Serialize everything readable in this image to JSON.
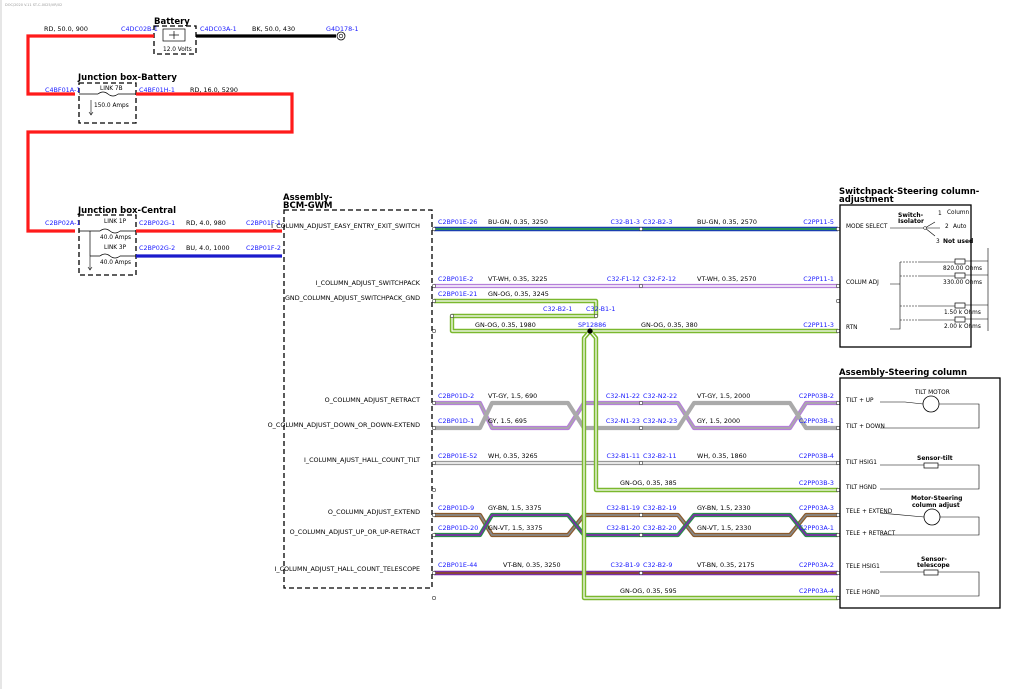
{
  "header_small": "DOC/2020 V.11 ST-C-0025/VR/02",
  "titles": {
    "battery": "Battery",
    "jb_battery": "Junction box-Battery",
    "jb_central": "Junction box-Central",
    "assembly_bcm": "Assembly-BCM-GWM",
    "switchpack": "Switchpack-Steering column-adjustment",
    "steering": "Assembly-Steering column"
  },
  "battery": {
    "voltage": "12.0 Volts",
    "left_conn": "C4DC02B-1",
    "right_conn": "C4DC03A-1",
    "ground": "G4D178-1",
    "wire_left": "RD, 50.0, 900",
    "wire_right": "BK, 50.0, 430"
  },
  "jb_battery": {
    "in": "C4BF01A-1",
    "out": "C4BF01H-1",
    "link": "LINK 7B",
    "amps": "150.0 Amps",
    "wire_out": "RD, 16.0, 5290"
  },
  "jb_central": {
    "in": "C2BP02A-1",
    "link1": "LINK 1P",
    "amps1": "40.0 Amps",
    "out1": "C2BP02G-1",
    "wire1": "RD, 4.0, 980",
    "end1": "C2BP01F-1",
    "link2": "LINK 3P",
    "amps2": "40.0 Amps",
    "out2": "C2BP02G-2",
    "wire2": "BU, 4.0, 1000",
    "end2": "C2BP01F-2"
  },
  "signals": [
    {
      "name": "I_COLUMN_ADJUST_EASY_ENTRY_EXIT_SWITCH",
      "pin": "C2BP01E-26",
      "w1": "BU-GN, 0.35, 3250",
      "mid": "C32-B1-3",
      "mid2": "C32-B2-3",
      "w2": "BU-GN, 0.35, 2570",
      "end": "C2PP11-5"
    },
    {
      "name": "I_COLUMN_ADJUST_SWITCHPACK",
      "pin": "C2BP01E-2",
      "w1": "VT-WH, 0.35, 3225",
      "mid": "C32-F1-12",
      "mid2": "C32-F2-12",
      "w2": "VT-WH, 0.35, 2570",
      "end": "C2PP11-1"
    },
    {
      "name": "GND_COLUMN_ADJUST_SWITCHPACK_GND",
      "pin": "C2BP01E-21",
      "w1": "GN-OG, 0.35, 3245"
    },
    {
      "name": "O_COLUMN_ADJUST_RETRACT",
      "pin": "C2BP01D-2",
      "w1": "VT-GY, 1.5, 690",
      "mid": "C32-N1-22",
      "mid2": "C32-N2-22",
      "w2": "VT-GY, 1.5, 2000",
      "end": "C2PP03B-2"
    },
    {
      "name": "O_COLUMN_ADJUST_DOWN_OR_DOWN-EXTEND",
      "pin": "C2BP01D-1",
      "w1": "GY, 1.5, 695",
      "mid": "C32-N1-23",
      "mid2": "C32-N2-23",
      "w2": "GY, 1.5, 2000",
      "end": "C2PP03B-1"
    },
    {
      "name": "I_COLUMN_AJUST_HALL_COUNT_TILT",
      "pin": "C2BP01E-52",
      "w1": "WH, 0.35, 3265",
      "mid": "C32-B1-11",
      "mid2": "C32-B2-11",
      "w2": "WH, 0.35, 1860",
      "end": "C2PP03B-4"
    },
    {
      "name": "O_COLUMN_ADJUST_EXTEND",
      "pin": "C2BP01D-9",
      "w1": "GY-BN, 1.5, 3375",
      "mid": "C32-B1-19",
      "mid2": "C32-B2-19",
      "w2": "GY-BN, 1.5, 2330",
      "end": "C2PP03A-3"
    },
    {
      "name": "O_COLUMN_ADJUST_UP_OR_UP-RETRACT",
      "pin": "C2BP01D-20",
      "w1": "GN-VT, 1.5, 3375",
      "mid": "C32-B1-20",
      "mid2": "C32-B2-20",
      "w2": "GN-VT, 1.5, 2330",
      "end": "C2PP03A-1"
    },
    {
      "name": "I_COLUMN_ADJUST_HALL_COUNT_TELESCOPE",
      "pin": "C2BP01E-44",
      "w1": "VT-BN, 0.35, 3250",
      "mid": "C32-B1-9",
      "mid2": "C32-B2-9",
      "w2": "VT-BN, 0.35, 2175",
      "end": "C2PP03A-2"
    }
  ],
  "splice": {
    "conn1": "C32-B2-1",
    "conn2": "C32-B1-1",
    "wire_left": "GN-OG, 0.35, 1980",
    "node": "SP12886",
    "wire_right": "GN-OG, 0.35, 380",
    "end": "C2PP11-3"
  },
  "gnd_branches": [
    {
      "wire": "GN-OG, 0.35, 385",
      "end": "C2PP03B-3"
    },
    {
      "wire": "GN-OG, 0.35, 595",
      "end": "C2PP03A-4"
    }
  ],
  "switchpack": {
    "pins": [
      "MODE SELECT",
      "COLUM ADJ",
      "RTN"
    ],
    "isolator": "Switch-Isolator",
    "opt1": "1",
    "opt1_label": "Column",
    "opt2": "2",
    "opt2_label": "Auto",
    "opt3": "3",
    "not_used": "Not used",
    "resistors": [
      "820.00 Ohms",
      "330.00 Ohms",
      "1.50 k Ohms",
      "2.00 k Ohms"
    ]
  },
  "steering": {
    "pins": [
      "TILT + UP",
      "TILT + DOWN",
      "TILT HSIG1",
      "TILT HGND",
      "TELE + EXTEND",
      "TELE + RETRACT",
      "TELE HSIG1",
      "TELE HGND"
    ],
    "tilt_motor": "TILT MOTOR",
    "sensor_tilt": "Sensor-tilt",
    "motor_steering": "Motor-Steering column adjust",
    "sensor_tele": "Sensor-telescope"
  }
}
